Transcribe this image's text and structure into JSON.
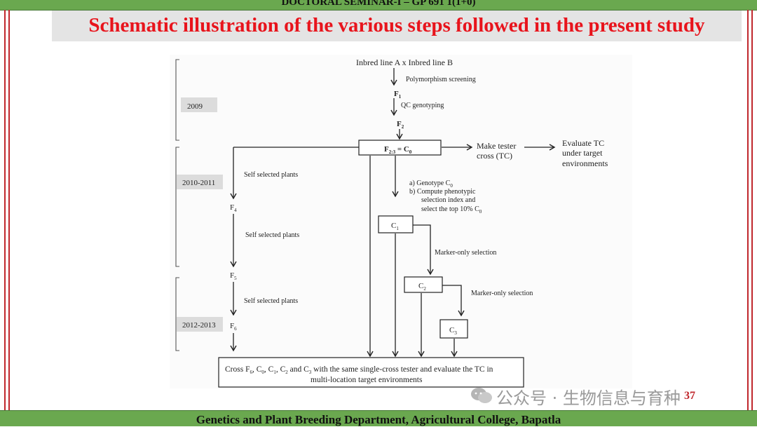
{
  "header": {
    "seminar": "DOCTORAL SEMINAR-I – GP 691 1(1+0)"
  },
  "title": "Schematic illustration of the various steps followed in the present study",
  "footer": "Genetics and Plant Breeding Department, Agricultural College, Bapatla",
  "page_number": "37",
  "watermark": "公众号 · 生物信息与育种",
  "diagram": {
    "years": {
      "y2009": "2009",
      "y2010": "2010-2011",
      "y2012": "2012-2013"
    },
    "cross": "Inbred  line A x Inbred line B",
    "poly": "Polymorphism screening",
    "qc": "QC genotyping",
    "make_tester": {
      "l1": "Make tester",
      "l2": "cross (TC)"
    },
    "evaluate": {
      "l1": "Evaluate TC",
      "l2": "under target",
      "l3": "environments"
    },
    "self_selected": "Self selected plants",
    "steps": {
      "a": "a)    Genotype C",
      "b": "b)    Compute phenotypic",
      "b2": "selection index and",
      "b3": "select the top 10% C"
    },
    "marker_only": "Marker-only selection",
    "final": {
      "l1": "Cross F, C, C, C and C with the same single-cross tester and evaluate the TC in",
      "l2": "multi-location target environments"
    }
  }
}
